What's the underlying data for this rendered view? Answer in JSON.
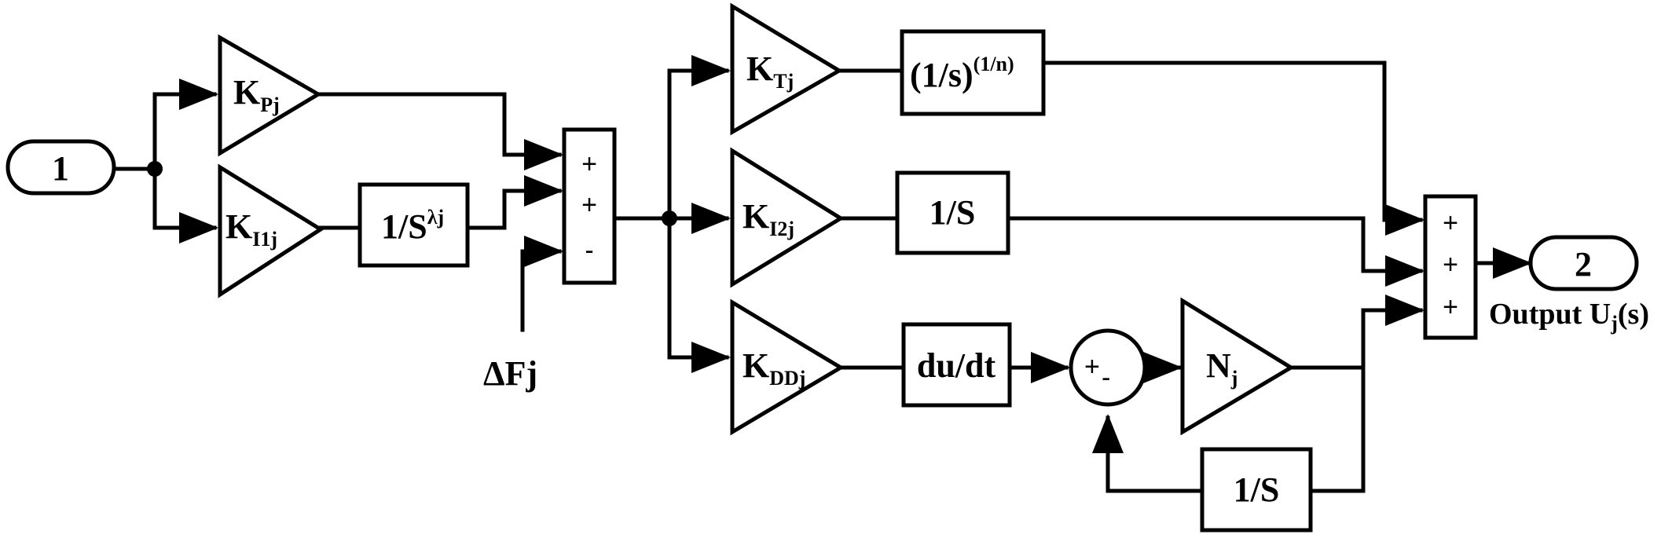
{
  "ports": {
    "input": "1",
    "output": "2",
    "output_label": "Output U",
    "output_label_sub": "j",
    "output_label_tail": "(s)"
  },
  "gains": {
    "kp": {
      "main": "K",
      "sub": "Pj"
    },
    "ki1": {
      "main": "K",
      "sub": "I1j"
    },
    "kt": {
      "main": "K",
      "sub": "Tj"
    },
    "ki2": {
      "main": "K",
      "sub": "I2j"
    },
    "kdd": {
      "main": "K",
      "sub": "DDj"
    },
    "n": {
      "main": "N",
      "sub": "j"
    }
  },
  "blocks": {
    "frac_integrator": {
      "main": "1/S",
      "sup": "λj"
    },
    "frac_power": {
      "main": "(1/s)",
      "sup": "(1/n)"
    },
    "integrator_mid": "1/S",
    "derivative": "du/dt",
    "integrator_feedback": "1/S"
  },
  "sum1_signs": [
    "+",
    "+",
    "-"
  ],
  "sum2_signs": [
    "+",
    "+",
    "+"
  ],
  "comparator": {
    "plus": "+",
    "minus": "-"
  },
  "disturbance_label": "ΔFj"
}
